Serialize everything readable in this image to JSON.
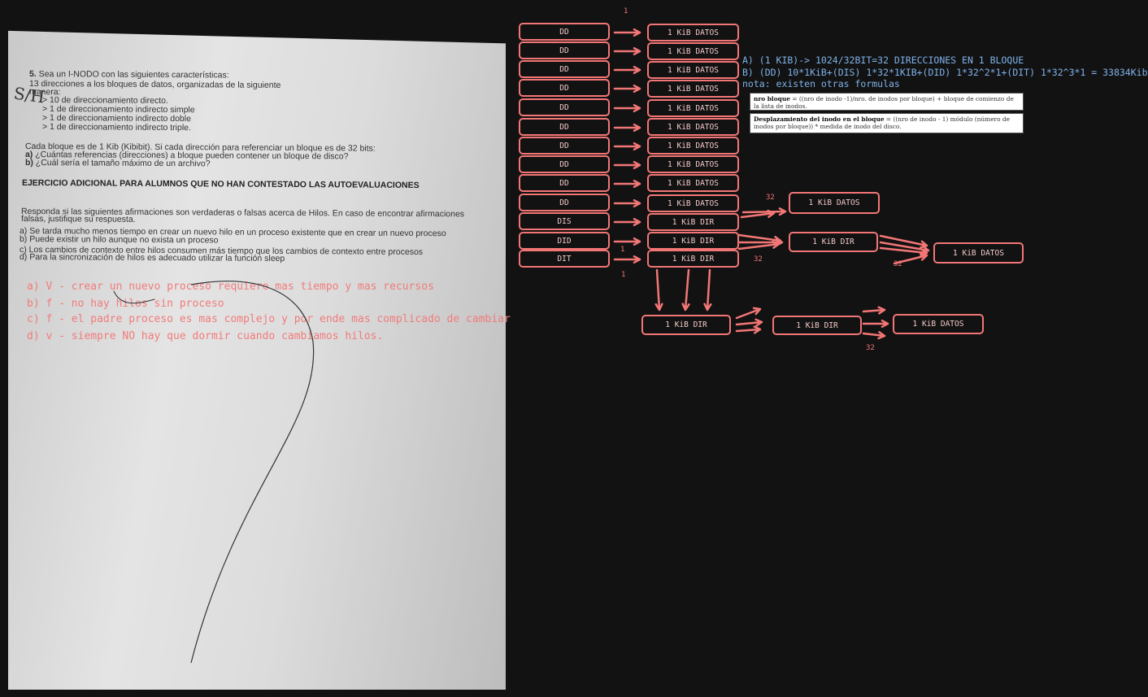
{
  "paper": {
    "q_number": "5.",
    "q_line1": " Sea un I-NODO con las siguientes características:",
    "q_line2": "13 direcciones a los bloques de datos, organizadas de la siguiente",
    "q_line3": "manera:",
    "bullets": [
      "> 10 de direccionamiento directo.",
      "> 1 de direccionamiento indirecto simple",
      "> 1 de direccionamiento indirecto doble",
      "> 1 de direccionamiento indirecto triple."
    ],
    "block_line": "Cada bloque es de 1 Kib (Kibibit). Si cada dirección para referenciar un bloque es de 32 bits:",
    "qa_letter": "a)",
    "qa_text": " ¿Cuántas referencias (direcciones) a bloque pueden contener un bloque de disco?",
    "qb_letter": "b)",
    "qb_text": " ¿Cuál sería el tamaño máximo de un archivo?",
    "extra_title": "EJERCICIO ADICIONAL PARA ALUMNOS QUE NO HAN CONTESTADO LAS AUTOEVALUACIONES",
    "threads_line1": "Responda si las siguientes afirmaciones son verdaderas o falsas acerca de Hilos. En caso de encontrar afirmaciones",
    "threads_line2": "falsas, justifique su respuesta.",
    "statements": [
      "a) Se tarda mucho menos tiempo en crear un nuevo hilo en un proceso existente que en crear un nuevo proceso",
      "b) Puede existir un hilo aunque no exista un proceso",
      "c) Los cambios de contexto entre hilos consumen más tiempo que los cambios de contexto entre procesos",
      "d) Para la sincronización de hilos es adecuado utilizar la función sleep"
    ],
    "margin_mark": "S/H"
  },
  "answers": [
    "a) V - crear un nuevo proceso requiere mas tiempo y mas recursos",
    "b) f - no hay hilos sin proceso",
    "c) f - el padre proceso es mas complejo y por ende mas complicado de cambiar",
    "d) v - siempre NO hay que dormir cuando cambiamos hilos."
  ],
  "notes": {
    "a": "A) (1 KIB)-> 1024/32BIT=32 DIRECCIONES EN 1 BLOQUE",
    "b": "B) (DD) 10*1KiB+(DIS) 1*32*1KIB+(DID) 1*32^2*1+(DIT) 1*32^3*1 = 33834Kib",
    "c": "nota: existen otras formulas"
  },
  "formulas": {
    "f1_bold": "nro bloque",
    "f1_rest": " = ((nro de inodo -1)/nro. de inodos por bloque) + bloque de comienzo de la lista de inodos.",
    "f2_bold": "Desplazamiento del inodo en el bloque",
    "f2_rest": " = ((nro de inodo - 1) módulo (número de inodos por bloque)) * medida de inodo del disco."
  },
  "diagram": {
    "inode_entries": [
      "DD",
      "DD",
      "DD",
      "DD",
      "DD",
      "DD",
      "DD",
      "DD",
      "DD",
      "DD",
      "DIS",
      "DID",
      "DIT"
    ],
    "first_blocks": [
      "1 KiB DATOS",
      "1 KiB DATOS",
      "1 KiB DATOS",
      "1 KiB DATOS",
      "1 KiB DATOS",
      "1 KiB DATOS",
      "1 KiB DATOS",
      "1 KiB DATOS",
      "1 KiB DATOS",
      "1 KiB DATOS",
      "1 KiB DIR",
      "1 KiB DIR",
      "1 KiB DIR"
    ],
    "top_count": "1",
    "side_count": "1",
    "bottom_count": "1",
    "dis_count": "32",
    "dis_data": "1 KiB DATOS",
    "did_dir": "1 KiB DIR",
    "did_count_a": "32",
    "did_count_b": "32",
    "did_data": "1 KiB DATOS",
    "dit_dir1": "1 KiB DIR",
    "dit_dir2": "1 KiB DIR",
    "dit_count": "32",
    "dit_data": "1 KiB DATOS"
  },
  "colors": {
    "accent": "#f37676",
    "note": "#7fb2ea",
    "background": "#121212"
  }
}
